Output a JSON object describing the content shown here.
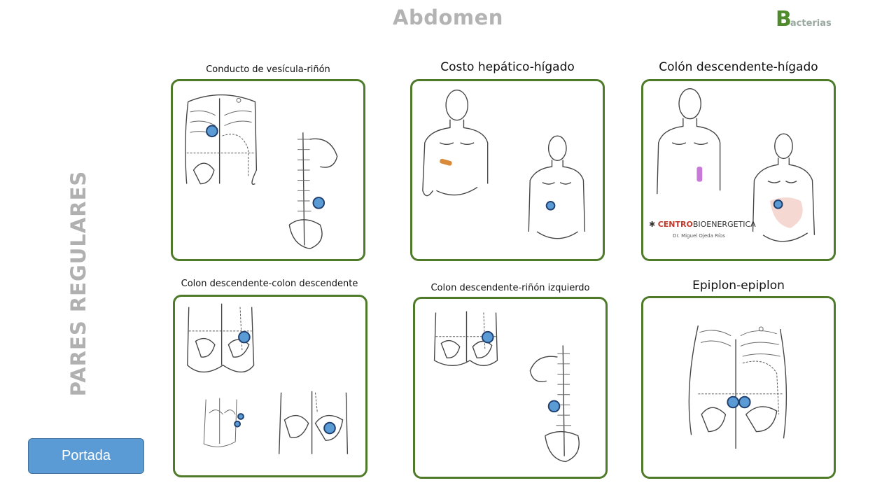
{
  "header": {
    "title": "Abdomen",
    "brand_initial": "B",
    "brand_rest": "acterias"
  },
  "side_label": "PARES REGULARES",
  "panels": [
    {
      "caption": "Conducto de vesícula-riñón"
    },
    {
      "caption": "Costo hepático-hígado"
    },
    {
      "caption": "Colón descendente-hígado"
    },
    {
      "caption": "Colon descendente-colon descendente"
    },
    {
      "caption": "Colon descendente-riñón izquierdo"
    },
    {
      "caption": "Epiplon-epiplon"
    }
  ],
  "logo": {
    "brand_bold": "CENTRO",
    "brand_rest": "BIOENERGETICA",
    "author": "Dr. Miguel Ojeda Ríos"
  },
  "nav": {
    "home_button": "Portada"
  },
  "colors": {
    "frame": "#4e7a2a",
    "marker": "#5b9bd5",
    "button": "#5b9bd5",
    "brand": "#4f8a2b"
  }
}
